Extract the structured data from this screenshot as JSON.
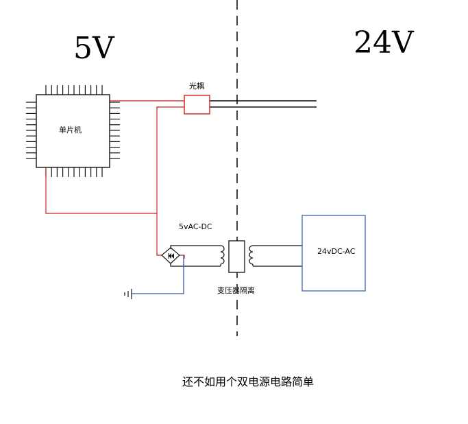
{
  "labels": {
    "left_voltage": "5V",
    "right_voltage": "24V",
    "optocoupler": "光耦",
    "mcu": "单片机",
    "ac_dc": "5vAC-DC",
    "dc_ac": "24vDC-AC",
    "transformer": "变压器隔离",
    "caption": "还不如用个双电源电路简单"
  },
  "colors": {
    "wire_red": "#cc2222",
    "wire_black": "#111111",
    "wire_blue": "#3355aa",
    "box_blue": "#4a6fb5",
    "divider": "#111111"
  }
}
